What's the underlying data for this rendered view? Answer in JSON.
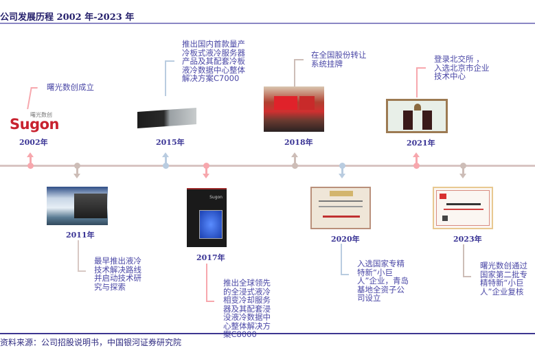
{
  "header": {
    "title": "公司发展历程 2002 年-2023 年"
  },
  "footer": {
    "source": "资料来源：公司招股说明书，中国银河证券研究院"
  },
  "colors": {
    "pink": "#f7a7ad",
    "beige": "#cdbdb7",
    "blue": "#b9cce0",
    "axis": "#d8c4c2",
    "title": "#241f6b",
    "text": "#4a47a6"
  },
  "logo": {
    "cn": "曙光数创",
    "en": "Sugon"
  },
  "events": [
    {
      "year": "2002年",
      "position": "above",
      "color": "pink",
      "image": "sugon-logo",
      "text": "曙光数创成立"
    },
    {
      "year": "2011年",
      "position": "below",
      "color": "beige",
      "image": "server-iceberg-photo",
      "text": "最早推出液冷技术解决路线并启动技术研究与探索"
    },
    {
      "year": "2015年",
      "position": "above",
      "color": "blue",
      "image": "c7000-server-photo",
      "text": "推出国内首款量产冷板式液冷服务器产品及其配套冷板液冷数据中心整体解决方案C7000"
    },
    {
      "year": "2017年",
      "position": "below",
      "color": "pink",
      "image": "c8000-cabinet-photo",
      "text": "推出全球领先的全浸式液冷相变冷却服务器及其配套浸没液冷数据中心整体解决方案C8000"
    },
    {
      "year": "2018年",
      "position": "above",
      "color": "beige",
      "image": "listing-ceremony-photo",
      "text": "在全国股份转让系统挂牌"
    },
    {
      "year": "2020年",
      "position": "below",
      "color": "blue",
      "image": "honor-certificate-photo",
      "text": "入选国家专精特新“小巨人”企业，青岛基地全资子公司设立"
    },
    {
      "year": "2021年",
      "position": "above",
      "color": "pink",
      "image": "bell-ringing-photo",
      "text": "登录北交所 ，入选北京市企业技术中心"
    },
    {
      "year": "2023年",
      "position": "below",
      "color": "beige",
      "image": "little-giant-certificate",
      "text": "曙光数创通过国家第二批专精特新“小巨人”企业复核"
    }
  ]
}
